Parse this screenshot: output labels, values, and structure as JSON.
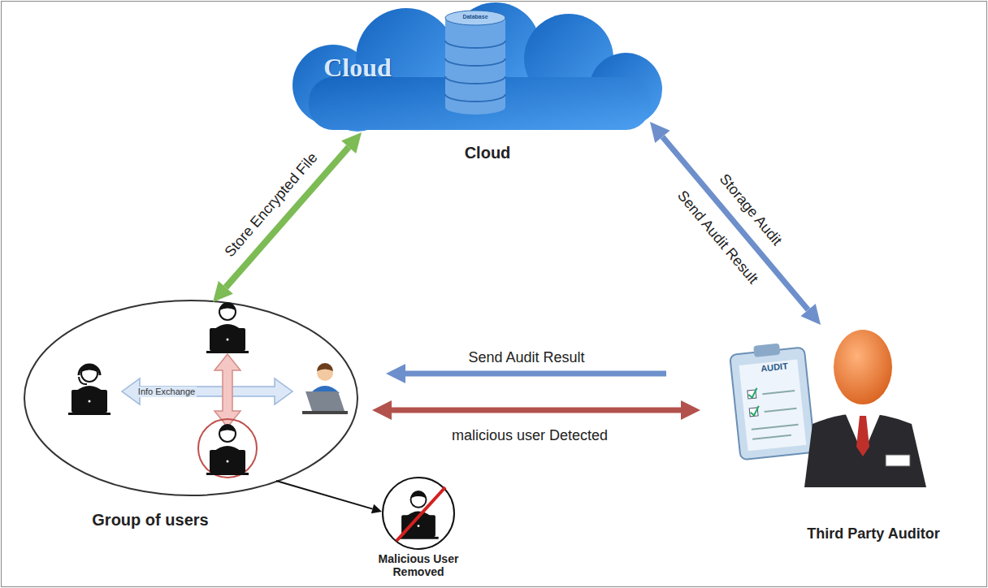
{
  "diagram": {
    "nodes": [
      {
        "text": [
          "Cloud",
          "Database",
          "Cloud"
        ]
      },
      {
        "text": [
          "Group of users"
        ]
      },
      {
        "text": [
          "Malicious User Removed"
        ]
      },
      {
        "text": [
          "AUDIT",
          "Third Party Auditor"
        ]
      }
    ],
    "edges": [
      {
        "from": 1,
        "to": 0,
        "arrow": "both",
        "label": "Store Encrypted File"
      },
      {
        "from": 0,
        "to": 3,
        "arrow": "both",
        "label": "Storage Audit"
      },
      {
        "from": 3,
        "to": 1,
        "arrow": "to",
        "label": "Send Audit Result"
      },
      {
        "from": 1,
        "to": 3,
        "arrow": "both",
        "label": "malicious user Detected"
      },
      {
        "from": 1,
        "to": 2,
        "arrow": "to"
      }
    ],
    "labels": [
      "Send Audit Result",
      "Info Exchange"
    ]
  }
}
